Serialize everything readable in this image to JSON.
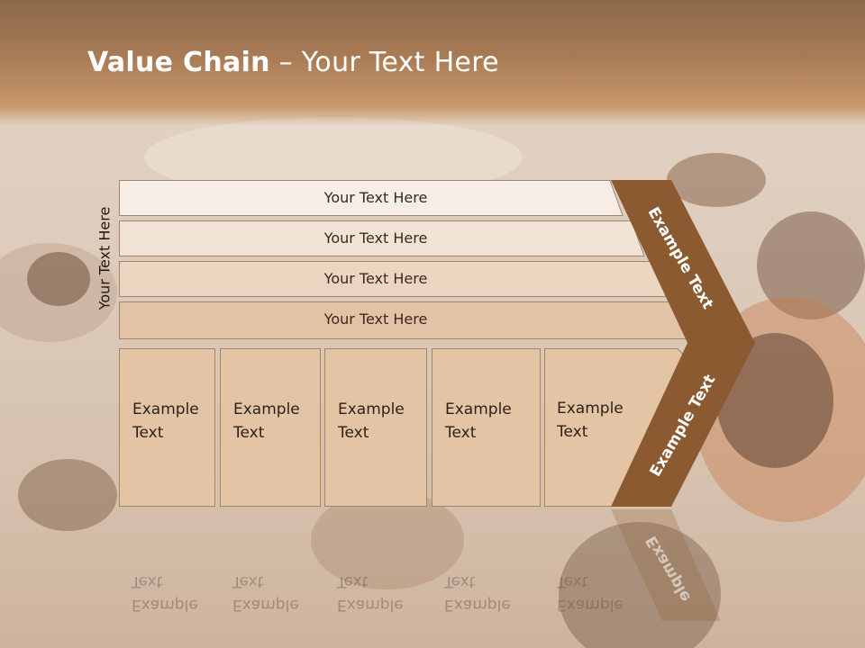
{
  "title": {
    "bold": "Value Chain",
    "rest": " – Your Text Here"
  },
  "side_label": "Your Text Here",
  "bars": [
    {
      "label": "Your Text Here",
      "fill": "#f5ede6"
    },
    {
      "label": "Your Text Here",
      "fill": "#f1e3d6"
    },
    {
      "label": "Your Text Here",
      "fill": "#ecd5c1"
    },
    {
      "label": "Your Text Here",
      "fill": "#e3c3a5"
    }
  ],
  "boxes": [
    {
      "text": "Example\nText"
    },
    {
      "text": "Example\nText"
    },
    {
      "text": "Example\nText"
    },
    {
      "text": "Example\nText"
    },
    {
      "text": "Example\nText"
    }
  ],
  "chevron": {
    "upper_text": "Example Text",
    "lower_text": "Example Text",
    "reflection_text": "Example",
    "color": "#8b5a30"
  },
  "reflection_text": "Example\nText",
  "colors": {
    "title_band": "#a97b55",
    "box": "#e3c5a5",
    "border": "#a58468"
  }
}
